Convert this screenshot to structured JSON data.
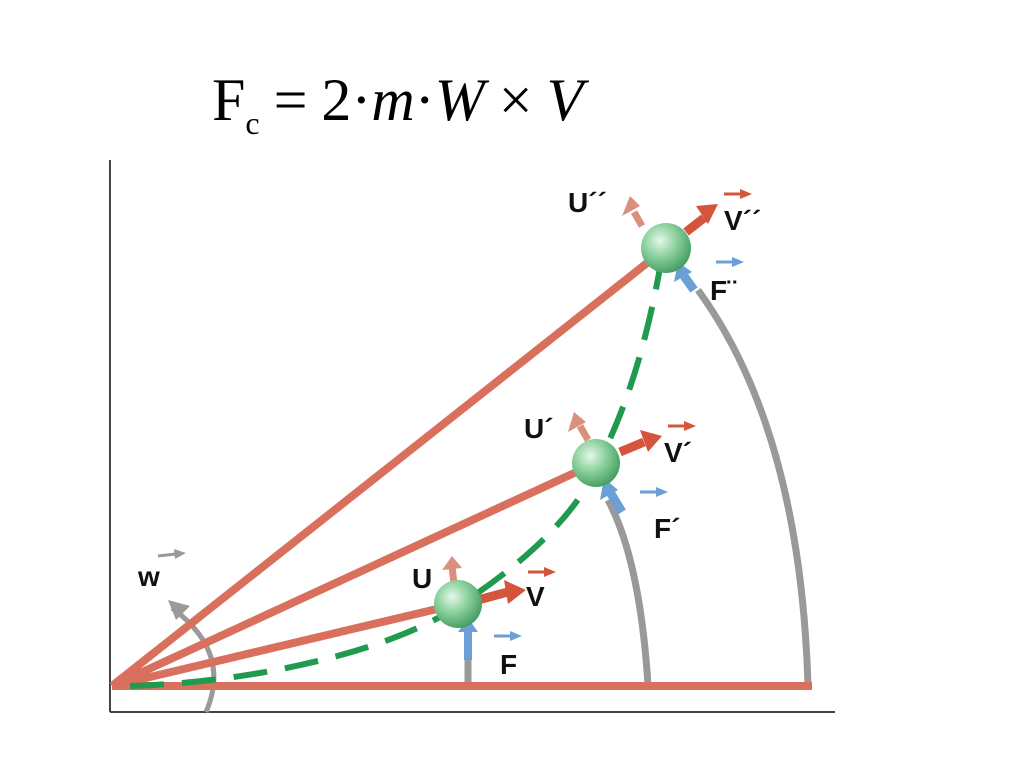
{
  "formula": {
    "lhs": "F",
    "lhs_sub": "c",
    "eq": "=",
    "factor": "2",
    "dot1": "·",
    "m": "m",
    "dot2": "·",
    "W": "W",
    "cross": "×",
    "V": "V"
  },
  "labels": {
    "w": "w",
    "u1": "U",
    "v1": "V",
    "f1": "F",
    "u2": "U´",
    "v2": "V´",
    "f2": "F´",
    "u3": "U´´",
    "v3": "V´´",
    "f3": "F¨"
  },
  "colors": {
    "radius": "#d9705d",
    "trajectory": "#1f9a4e",
    "arc": "#999999",
    "ball": "#7fcc92",
    "u_arrow": "#d9917e",
    "v_arrow": "#d4553c",
    "f_arrow": "#6b9fd6",
    "w_arrow": "#9a9a9a"
  }
}
